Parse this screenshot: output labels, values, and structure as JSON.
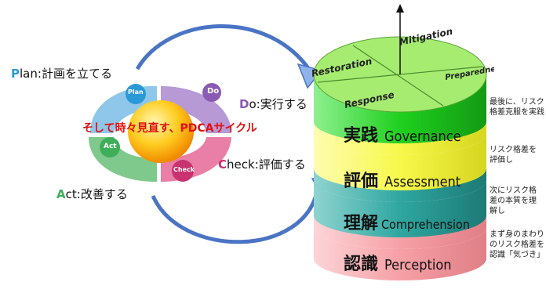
{
  "pdca": {
    "plan_letter": "P",
    "plan_rest": "lan",
    "plan_text": "計画を立てる",
    "do_letter": "D",
    "do_rest": "o",
    "do_text": "実行する",
    "check_letter": "C",
    "check_rest": "heck",
    "check_text": "評価する",
    "act_letter": "A",
    "act_rest": "ct",
    "act_text": "改善する",
    "cycle_caption": "そして時々見直す、PDCAサイクル",
    "badge_plan": "Plan",
    "badge_do": "Do",
    "badge_check": "Check",
    "badge_act": "Act"
  },
  "cylinder_top": {
    "mitigation": "Mitigation",
    "restoration": "Restoration",
    "preparedness": "Preparedness",
    "response": "Response"
  },
  "layers": [
    {
      "ja": "実践",
      "en": "Governance",
      "color": "#1fd01f"
    },
    {
      "ja": "評価",
      "en": "Assessment",
      "color": "#f8f84a"
    },
    {
      "ja": "理解",
      "en": "Comprehension",
      "color": "#2fa6a0"
    },
    {
      "ja": "認識",
      "en": "Perception",
      "color": "#f6a0a6"
    }
  ],
  "notes": [
    "最後に、リスク格差克服を実践",
    "リスク格差を評価し",
    "次にリスク格差の本質を理解し",
    "まず身のまわりのリスク格差を認識「気づき」"
  ],
  "colors": {
    "plan_accent": "#2a9ad6",
    "do_accent": "#8a5bb3",
    "check_accent": "#c8326e",
    "act_accent": "#3fae5a",
    "arrow_blue": "#4a74c4"
  }
}
